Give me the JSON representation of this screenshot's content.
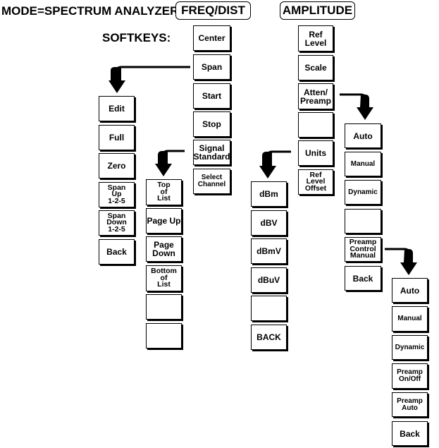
{
  "header": {
    "mode_label": "MODE=SPECTRUM ANALYZER:",
    "softkeys_label": "SOFTKEYS:",
    "freq_dist_menu": "FREQ/DIST",
    "amplitude_menu": "AMPLITUDE"
  },
  "freq_dist": {
    "keys": [
      "Center",
      "Span",
      "Start",
      "Stop",
      "Signal\nStandard",
      "Select\nChannel"
    ]
  },
  "span_submenu": {
    "keys": [
      "Edit",
      "Full",
      "Zero",
      "Span\nUp\n1-2-5",
      "Span\nDown\n1-2-5",
      "Back"
    ]
  },
  "signal_standard_submenu": {
    "keys": [
      "Top\nof\nList",
      "Page Up",
      "Page\nDown",
      "Bottom\nof\nList",
      "",
      ""
    ]
  },
  "amplitude": {
    "keys": [
      "Ref\nLevel",
      "Scale",
      "Atten/\nPreamp",
      "",
      "Units",
      "Ref\nLevel\nOffset"
    ]
  },
  "units_submenu": {
    "keys": [
      "dBm",
      "dBV",
      "dBmV",
      "dBuV",
      "",
      "BACK"
    ]
  },
  "atten_preamp_submenu": {
    "keys": [
      "Auto",
      "Manual",
      "Dynamic",
      "",
      "Preamp\nControl\nManual",
      "Back"
    ]
  },
  "preamp_control_submenu": {
    "keys": [
      "Auto",
      "Manual",
      "Dynamic",
      "Preamp\nOn/Off",
      "Preamp\nAuto",
      "Back"
    ]
  }
}
